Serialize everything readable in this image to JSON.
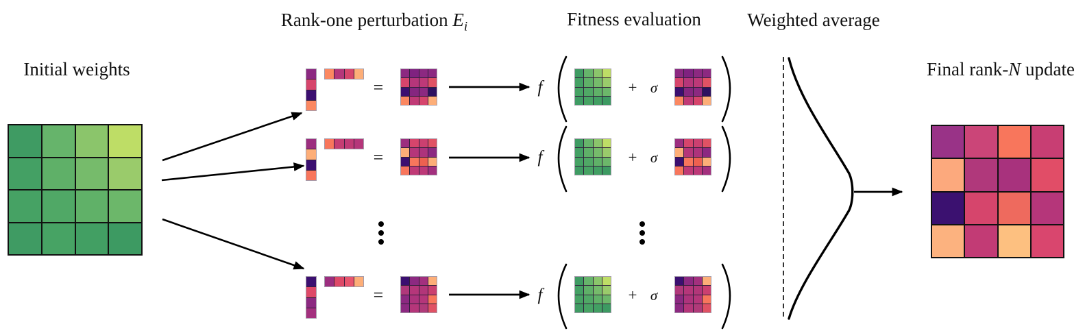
{
  "titles": {
    "initial": "Initial weights",
    "rank_one_prefix": "Rank-one perturbation ",
    "rank_one_var": "E",
    "rank_one_sub": "i",
    "fitness": "Fitness evaluation",
    "weighted": "Weighted average",
    "final_prefix": "Final rank-",
    "final_var": "N",
    "final_suffix": " update"
  },
  "math": {
    "equals": "=",
    "plus": "+",
    "sigma": "σ",
    "f": "f"
  },
  "colors": {
    "stroke": "#000000",
    "big_matrix_border": "#111111",
    "small_matrix_border": "#a59cab"
  },
  "matrices": {
    "initial": [
      [
        "#3f9b63",
        "#66b46b",
        "#8bc56b",
        "#bedd66"
      ],
      [
        "#44a064",
        "#5fb068",
        "#76bb6b",
        "#9acb6b"
      ],
      [
        "#46a264",
        "#50a866",
        "#60b168",
        "#6cb76a"
      ],
      [
        "#3f9b63",
        "#47a364",
        "#429f63",
        "#3d9a62"
      ]
    ],
    "perturbations": [
      {
        "col": [
          "#8c2981",
          "#d6456c",
          "#3b0f70",
          "#fb8861"
        ],
        "row": [
          "#fb8861",
          "#b5367a",
          "#d6456c",
          "#fdae78"
        ],
        "outer": [
          [
            "#8c2981",
            "#7f2280",
            "#8c2981",
            "#8c2981"
          ],
          [
            "#d6456c",
            "#b5367a",
            "#bd3978",
            "#e05264"
          ],
          [
            "#3b0f70",
            "#85267f",
            "#8c2981",
            "#2d1160"
          ],
          [
            "#fb8861",
            "#c03a76",
            "#d6456c",
            "#fdae78"
          ]
        ]
      },
      {
        "col": [
          "#9c2e7f",
          "#fdae78",
          "#3b0f70",
          "#f8765c"
        ],
        "row": [
          "#f8765c",
          "#c53d73",
          "#c03a76",
          "#b5367a"
        ],
        "outer": [
          [
            "#9c2e7f",
            "#d6456c",
            "#cb4070",
            "#e05264"
          ],
          [
            "#fdae78",
            "#b5367a",
            "#ad337c",
            "#8c2981"
          ],
          [
            "#3b0f70",
            "#f8765c",
            "#ee6150",
            "#fdae78"
          ],
          [
            "#f8765c",
            "#c03a76",
            "#bd3978",
            "#a3307e"
          ]
        ]
      },
      {
        "col": [
          "#3b0f70",
          "#de4968",
          "#8c2981",
          "#a3307e"
        ],
        "row": [
          "#9c2e7f",
          "#de4968",
          "#e8556e",
          "#fdae78"
        ],
        "outer": [
          [
            "#3b0f70",
            "#8c2981",
            "#a3307e",
            "#fdae78"
          ],
          [
            "#b0387b",
            "#b5367a",
            "#b23679",
            "#cb4070"
          ],
          [
            "#8c2981",
            "#ad337c",
            "#b5367a",
            "#f8765c"
          ],
          [
            "#8c2981",
            "#b5367a",
            "#b03a79",
            "#e05264"
          ]
        ]
      }
    ],
    "final": [
      [
        "#993387",
        "#cb4578",
        "#f8765c",
        "#c83e73"
      ],
      [
        "#fca97d",
        "#b0387b",
        "#a8327d",
        "#e14d67"
      ],
      [
        "#3b1170",
        "#d6456c",
        "#ee6a5e",
        "#b5367a"
      ],
      [
        "#fcb27f",
        "#c23b75",
        "#fdc080",
        "#d9466e"
      ]
    ]
  }
}
